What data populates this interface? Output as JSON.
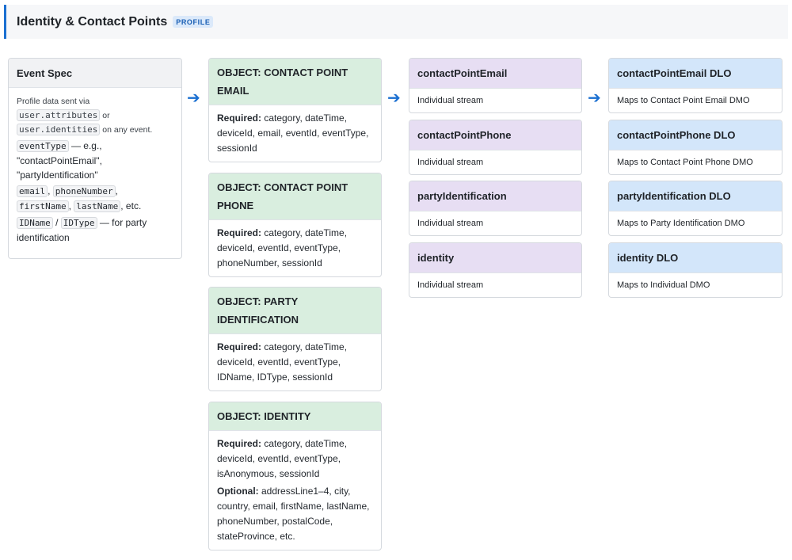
{
  "header": {
    "title": "Identity & Contact Points",
    "badge": "PROFILE"
  },
  "arrow_glyph": "➔",
  "event_spec": {
    "title": "Event Spec",
    "intro_1": "Profile data sent via",
    "code_attributes": "user.attributes",
    "or_text": " or",
    "code_identities": "user.identities",
    "intro_2": " on any event.",
    "code_event_type": "eventType",
    "event_type_desc": " — e.g., \"contactPointEmail\", \"partyIdentification\"",
    "code_email": "email",
    "sep_1": ", ",
    "code_phone": "phoneNumber",
    "sep_2": ",",
    "code_first": "firstName",
    "sep_3": ", ",
    "code_last": "lastName",
    "etc": ", etc.",
    "code_idname": "IDName",
    "slash": " / ",
    "code_idtype": "IDType",
    "party_desc": " — for party identification"
  },
  "objects": [
    {
      "title": "OBJECT: CONTACT POINT EMAIL",
      "required_label": "Required:",
      "required": " category, dateTime, deviceId, email, eventId, eventType, sessionId"
    },
    {
      "title": "OBJECT: CONTACT POINT PHONE",
      "required_label": "Required:",
      "required": " category, dateTime, deviceId, eventId, eventType, phoneNumber, sessionId"
    },
    {
      "title": "OBJECT: PARTY IDENTIFICATION",
      "required_label": "Required:",
      "required": " category, dateTime, deviceId, eventId, eventType, IDName, IDType, sessionId"
    },
    {
      "title": "OBJECT: IDENTITY",
      "required_label": "Required:",
      "required": " category, dateTime, deviceId, eventId, eventType, isAnonymous, sessionId",
      "optional_label": "Optional:",
      "optional": " addressLine1–4, city, country, email, firstName, lastName, phoneNumber, postalCode, stateProvince, etc."
    }
  ],
  "streams": [
    {
      "title": "contactPointEmail",
      "desc": "Individual stream"
    },
    {
      "title": "contactPointPhone",
      "desc": "Individual stream"
    },
    {
      "title": "partyIdentification",
      "desc": "Individual stream"
    },
    {
      "title": "identity",
      "desc": "Individual stream"
    }
  ],
  "dlos": [
    {
      "title": "contactPointEmail DLO",
      "desc": "Maps to Contact Point Email DMO"
    },
    {
      "title": "contactPointPhone DLO",
      "desc": "Maps to Contact Point Phone DMO"
    },
    {
      "title": "partyIdentification DLO",
      "desc": "Maps to Party Identification DMO"
    },
    {
      "title": "identity DLO",
      "desc": "Maps to Individual DMO"
    }
  ]
}
